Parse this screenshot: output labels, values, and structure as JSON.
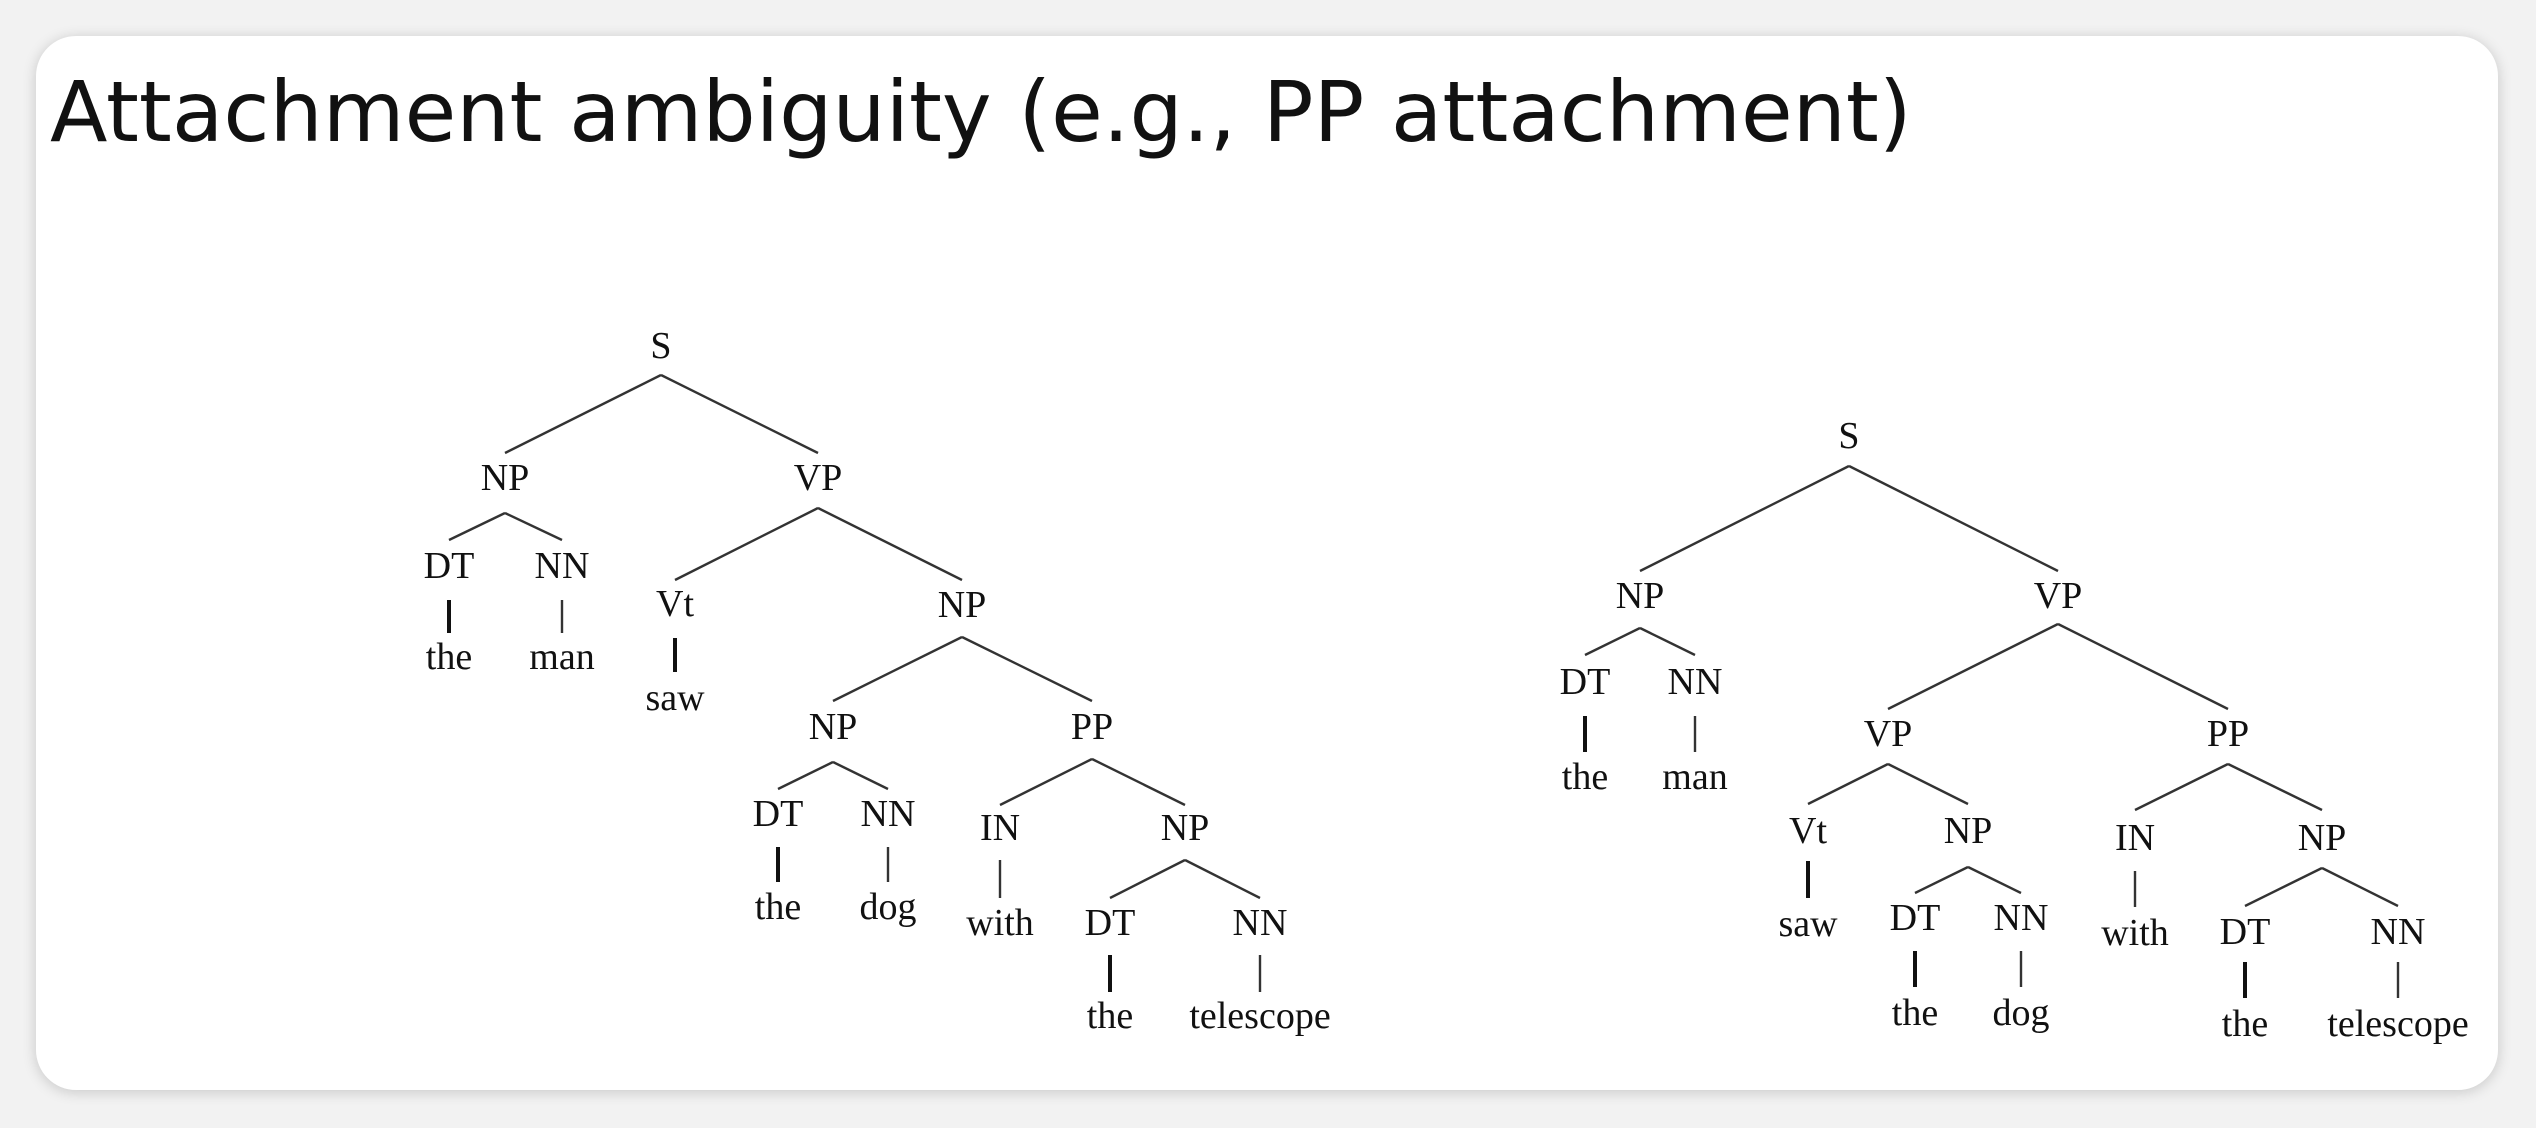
{
  "slide": {
    "title": "Attachment ambiguity (e.g., PP attachment)"
  },
  "trees": [
    {
      "id": "left-tree",
      "nodes": {
        "s": "S",
        "np_subj": "NP",
        "vp": "VP",
        "dt_subj": "DT",
        "nn_subj": "NN",
        "w_the1": "the",
        "w_man": "man",
        "vt": "Vt",
        "w_saw": "saw",
        "np_obj": "NP",
        "np_inner": "NP",
        "pp": "PP",
        "dt_obj": "DT",
        "nn_obj": "NN",
        "w_the2": "the",
        "w_dog": "dog",
        "in": "IN",
        "w_with": "with",
        "np_pp": "NP",
        "dt_pp": "DT",
        "nn_pp": "NN",
        "w_the3": "the",
        "w_telescope": "telescope"
      }
    },
    {
      "id": "right-tree",
      "nodes": {
        "s": "S",
        "np_subj": "NP",
        "vp_top": "VP",
        "dt_subj": "DT",
        "nn_subj": "NN",
        "w_the1": "the",
        "w_man": "man",
        "vp_inner": "VP",
        "pp": "PP",
        "vt": "Vt",
        "w_saw": "saw",
        "np_obj": "NP",
        "dt_obj": "DT",
        "nn_obj": "NN",
        "w_the2": "the",
        "w_dog": "dog",
        "in": "IN",
        "w_with": "with",
        "np_pp": "NP",
        "dt_pp": "DT",
        "nn_pp": "NN",
        "w_the3": "the",
        "w_telescope": "telescope"
      }
    }
  ]
}
